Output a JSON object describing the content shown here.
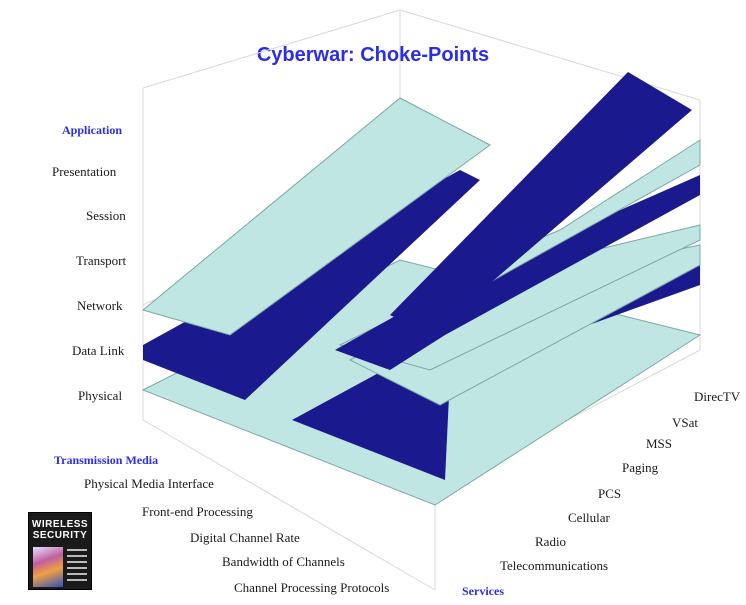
{
  "title": "Cyberwar: Choke-Points",
  "left_axis": {
    "top_label": "Application",
    "labels": [
      "Presentation",
      "Session",
      "Transport",
      "Network",
      "Data Link",
      "Physical"
    ]
  },
  "front_axis": {
    "header": "Transmission Media",
    "labels": [
      "Physical Media Interface",
      "Front-end Processing",
      "Digital Channel Rate",
      "Bandwidth of Channels",
      "Channel Processing Protocols"
    ]
  },
  "right_axis": {
    "labels": [
      "DirecTV",
      "VSat",
      "MSS",
      "Paging",
      "PCS",
      "Cellular",
      "Radio",
      "Telecommunications"
    ],
    "footer": "Services"
  },
  "book_cover": {
    "line1": "WIRELESS",
    "line2": "SECURITY"
  },
  "colors": {
    "plane": "#bfe6e3",
    "choke": "#1a1a8e",
    "label_blue": "#2b2ee8"
  }
}
